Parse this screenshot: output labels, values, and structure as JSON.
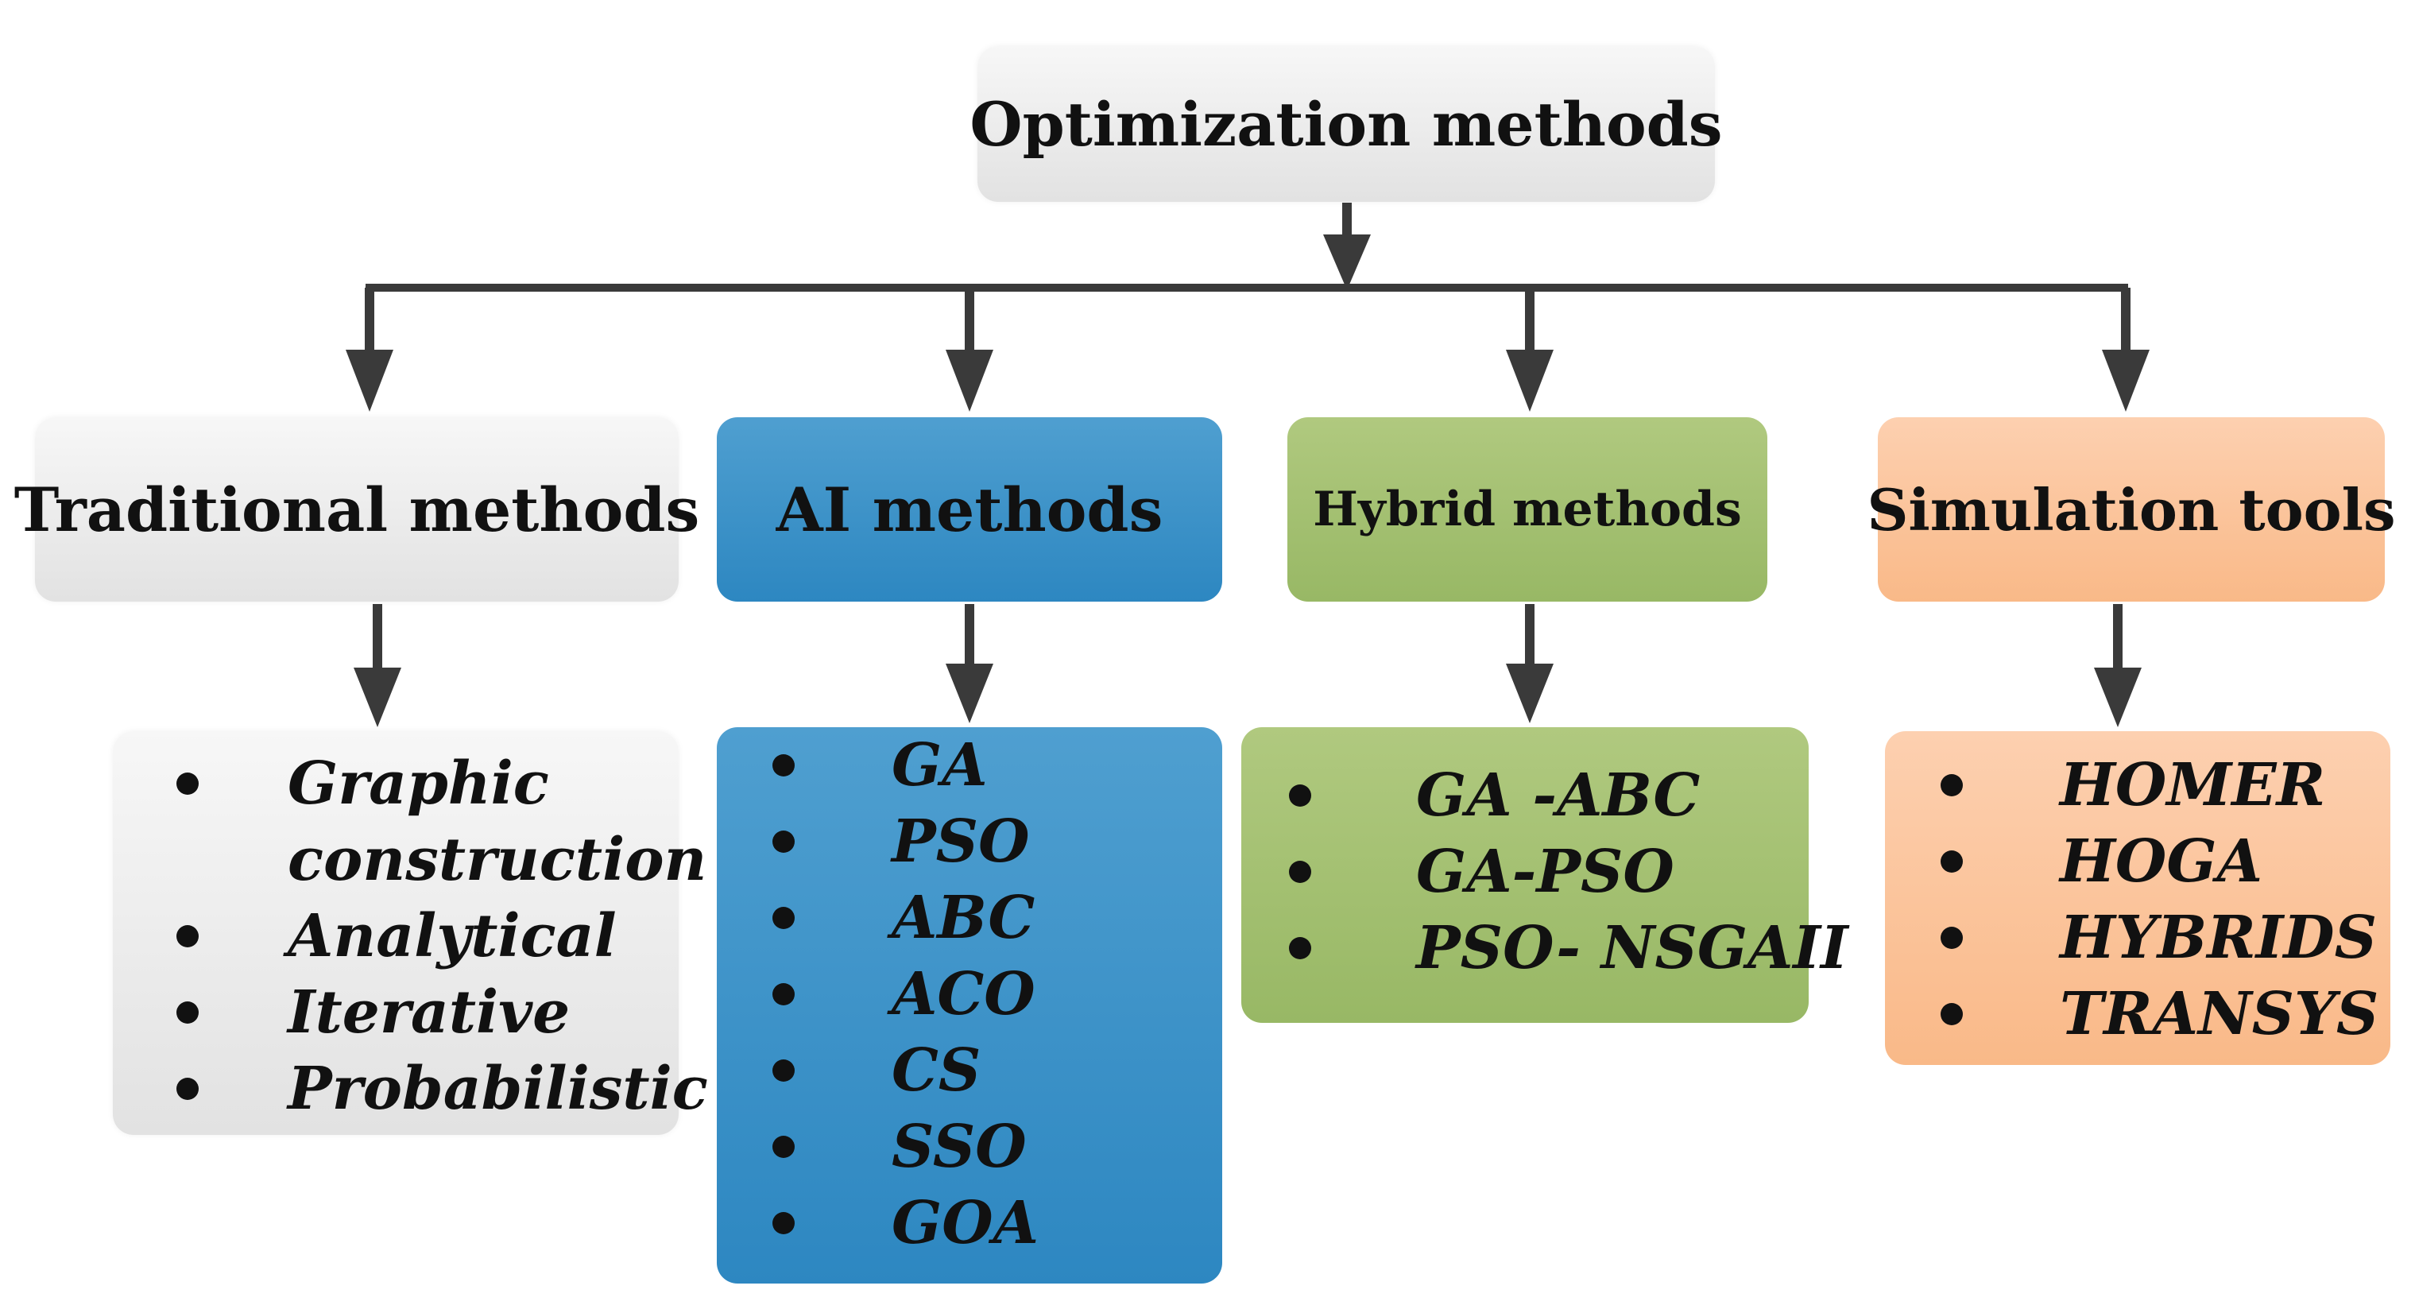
{
  "root": {
    "label": "Optimization methods"
  },
  "categories": [
    {
      "label": "Traditional methods",
      "items": [
        "Graphic",
        "construction",
        "Analytical",
        "Iterative",
        "Probabilistic"
      ]
    },
    {
      "label": "AI methods",
      "items": [
        "GA",
        "PSO",
        "ABC",
        "ACO",
        "CS",
        "SSO",
        "GOA"
      ]
    },
    {
      "label": "Hybrid methods",
      "items": [
        "GA -ABC",
        "GA-PSO",
        "PSO- NSGAII"
      ]
    },
    {
      "label": "Simulation tools",
      "items": [
        "HOMER",
        "HOGA",
        "HYBRIDS",
        "TRANSYS"
      ]
    }
  ],
  "colors": {
    "traditional": "#e6e6e6",
    "ai": "#3a92c8",
    "hybrid": "#a3bf70",
    "simulation": "#fbc49b",
    "connector": "#3a3a3a"
  }
}
